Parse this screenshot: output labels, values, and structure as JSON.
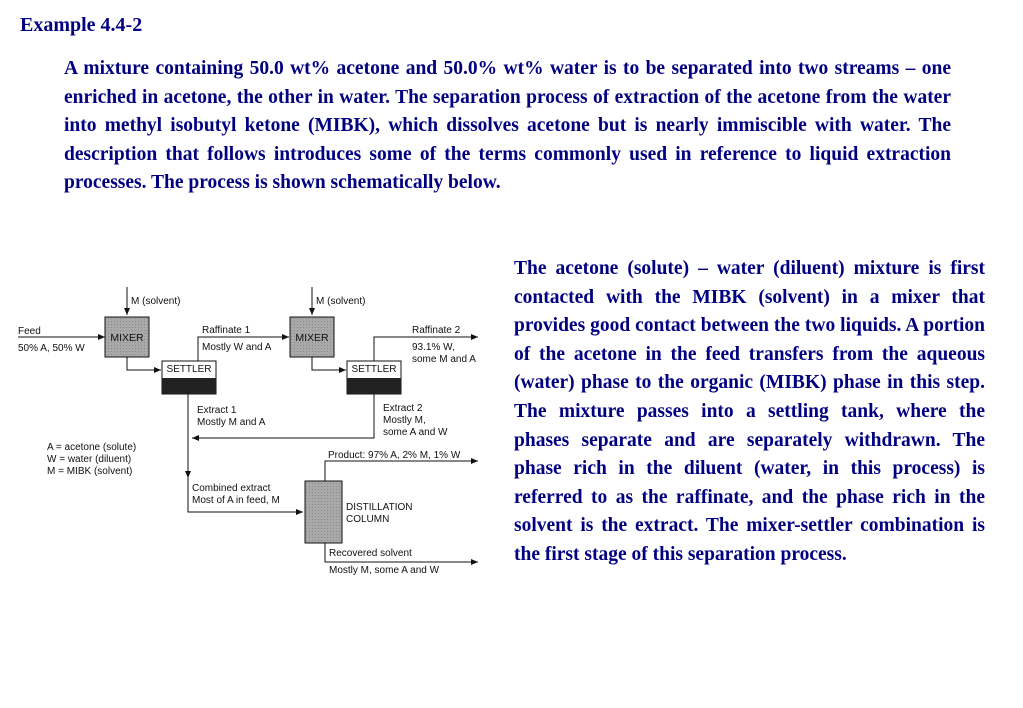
{
  "title": "Example 4.4-2",
  "intro": "A mixture containing 50.0 wt% acetone and 50.0% wt% water is to be separated into two streams – one enriched in acetone, the other in water. The separation process of extraction of the acetone from the water into methyl isobutyl ketone (MIBK), which dissolves acetone but is nearly immiscible with water. The description that follows introduces some of the terms commonly used in reference to liquid extraction processes. The process is shown schematically below.",
  "side_text": "The acetone (solute) – water (diluent) mixture is first contacted with the MIBK (solvent) in a mixer that provides good contact between the two liquids. A portion of the acetone in the feed transfers from the aqueous (water) phase to the organic (MIBK) phase in this step. The mixture passes into a settling tank, where the phases separate and are separately withdrawn. The phase rich in the diluent (water, in this process) is referred to as the raffinate, and the phase rich in the solvent is the extract. The mixer-settler combination is the first stage of this separation process.",
  "diagram": {
    "m_solvent_1": "M (solvent)",
    "m_solvent_2": "M (solvent)",
    "feed": "Feed",
    "feed_comp": "50% A, 50% W",
    "mixer_1": "MIXER",
    "mixer_2": "MIXER",
    "settler_1": "SETTLER",
    "settler_2": "SETTLER",
    "raffinate_1": "Raffinate 1",
    "raffinate_1_comp": "Mostly W and A",
    "raffinate_2": "Raffinate 2",
    "raffinate_2_comp_1": "93.1% W,",
    "raffinate_2_comp_2": "some M and A",
    "extract_1": "Extract 1",
    "extract_1_comp": "Mostly M and A",
    "extract_2": "Extract 2",
    "extract_2_comp_1": "Mostly M,",
    "extract_2_comp_2": "some A and W",
    "legend_a": "A = acetone (solute)",
    "legend_w": "W = water (diluent)",
    "legend_m": "M = MIBK (solvent)",
    "product": "Product:  97% A, 2% M, 1% W",
    "combined_extract": "Combined extract",
    "combined_extract_comp": "Most of A in feed, M",
    "distillation_1": "DISTILLATION",
    "distillation_2": "COLUMN",
    "recovered_solvent": "Recovered solvent",
    "recovered_solvent_comp": "Mostly M, some A and W"
  }
}
